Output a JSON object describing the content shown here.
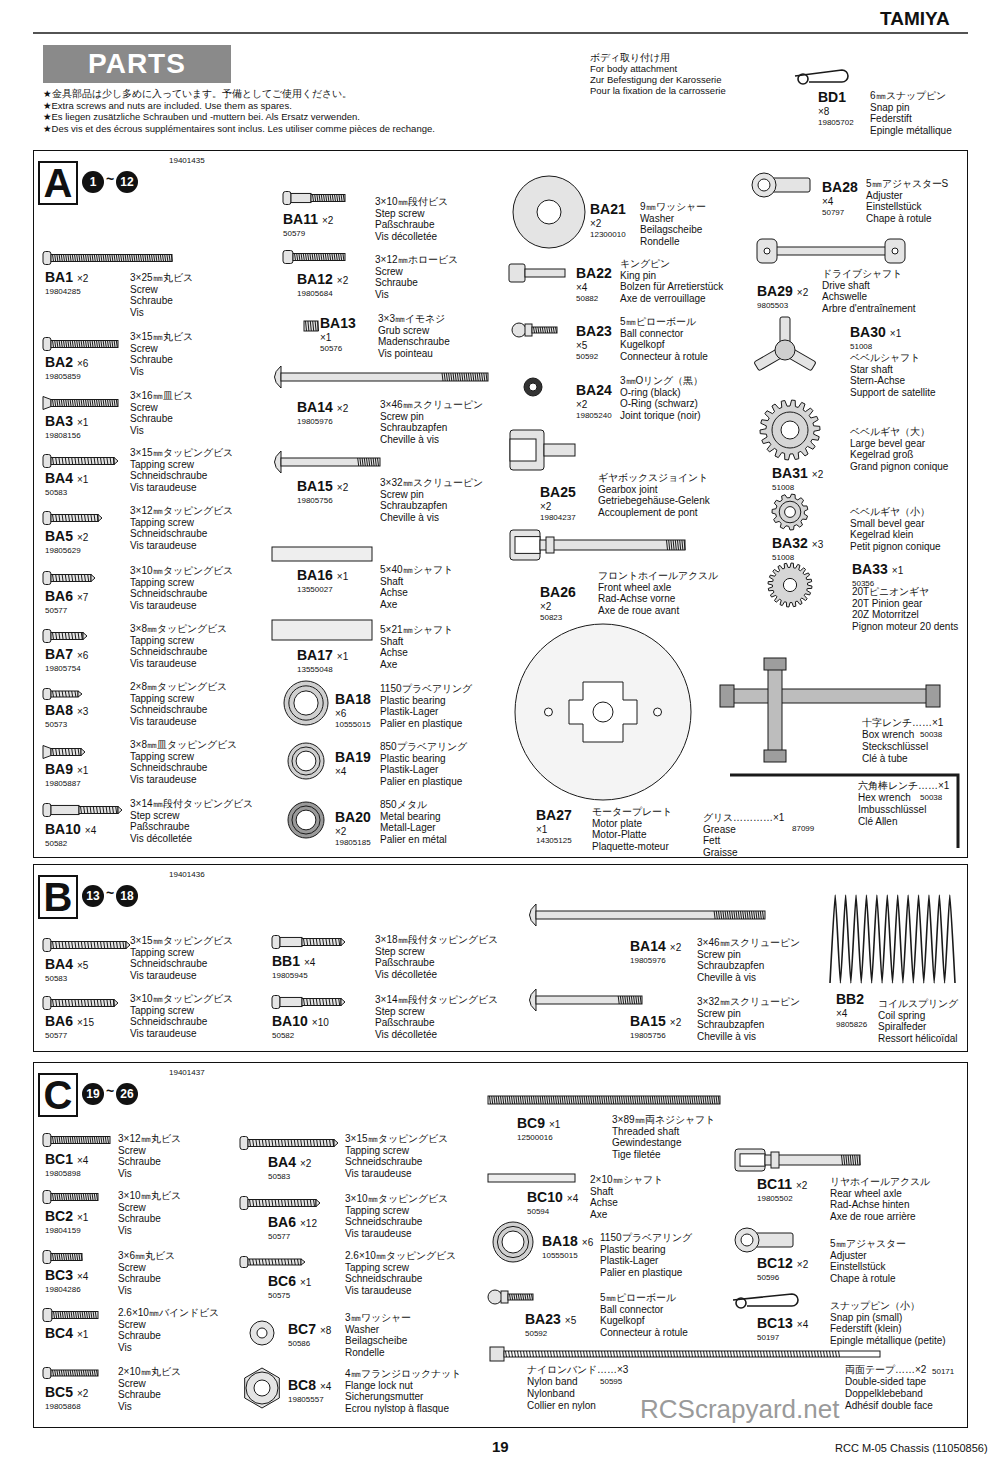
{
  "diagram": {
    "nodes": [
      {
        "text": [
          "PARTS"
        ]
      },
      {
        "text": [
          "19401435"
        ]
      },
      {
        "text": [
          "A"
        ],
        "in": 1
      },
      {
        "text": [
          "1"
        ],
        "in": 1
      },
      {
        "text": [
          "12"
        ],
        "in": 1
      },
      {
        "text": [
          "19401436"
        ]
      },
      {
        "text": [
          "B"
        ],
        "in": 5
      },
      {
        "text": [
          "13"
        ],
        "in": 5
      },
      {
        "text": [
          "18"
        ],
        "in": 5
      },
      {
        "text": [
          "19401437"
        ]
      },
      {
        "text": [
          "C"
        ],
        "in": 9
      },
      {
        "text": [
          "19"
        ],
        "in": 9
      },
      {
        "text": [
          "26"
        ],
        "in": 9
      }
    ],
    "labels": [
      "TAMIYA",
      "★金具部品は少し多めに入っています。予備としてご使用ください。",
      "★Extra screws and nuts are included. Use them as spares.",
      "★Es liegen zusätzliche Schrauben und -muttern bei. Als Ersatz verwenden.",
      "★Des vis et des écrous supplémentaires sont inclus. Les utiliser comme pièces de rechange.",
      "ボディ取り付け用",
      "For body attachment",
      "Zur Befestigung der Karosserie",
      "Pour la fixation de la carrosserie",
      "BD1",
      "×8",
      "19805702",
      "6㎜スナップピン",
      "Snap pin",
      "Federstift",
      "Epingle métallique",
      "~",
      "BA1",
      "×2",
      "19804285",
      "3×25㎜丸ビス",
      "Screw",
      "Schraube",
      "Vis",
      "BA2",
      "×6",
      "19805859",
      "3×15㎜丸ビス",
      "Screw",
      "Schraube",
      "Vis",
      "BA3",
      "×1",
      "19808156",
      "3×16㎜皿ビス",
      "Screw",
      "Schraube",
      "Vis",
      "BA4",
      "×1",
      "50583",
      "3×15㎜タッピングビス",
      "Tapping screw",
      "Schneidschraube",
      "Vis taraudeuse",
      "BA5",
      "×2",
      "19805629",
      "3×12㎜タッピングビス",
      "Tapping screw",
      "Schneidschraube",
      "Vis taraudeuse",
      "BA6",
      "×7",
      "50577",
      "3×10㎜タッピングビス",
      "Tapping screw",
      "Schneidschraube",
      "Vis taraudeuse",
      "BA7",
      "×6",
      "19805754",
      "3×8㎜タッピングビス",
      "Tapping screw",
      "Schneidschraube",
      "Vis taraudeuse",
      "BA8",
      "×3",
      "50573",
      "2×8㎜タッピングビス",
      "Tapping screw",
      "Schneidschraube",
      "Vis taraudeuse",
      "BA9",
      "×1",
      "19805887",
      "3×8㎜皿タッピングビス",
      "Tapping screw",
      "Schneidschraube",
      "Vis taraudeuse",
      "BA10",
      "×4",
      "50582",
      "3×14㎜段付タッピングビス",
      "Step screw",
      "Paßschraube",
      "Vis décolletée",
      "BA11",
      "×2",
      "50579",
      "3×10㎜段付ビス",
      "Step screw",
      "Paßschraube",
      "Vis décolletée",
      "BA12",
      "×2",
      "19805684",
      "3×12㎜ホロービス",
      "Screw",
      "Schraube",
      "Vis",
      "BA13",
      "×1",
      "50576",
      "3×3㎜イモネジ",
      "Grub screw",
      "Madenschraube",
      "Vis pointeau",
      "BA14",
      "×2",
      "19805976",
      "3×46㎜スクリューピン",
      "Screw pin",
      "Schraubzapfen",
      "Cheville à vis",
      "BA15",
      "×2",
      "19805756",
      "3×32㎜スクリューピン",
      "Screw pin",
      "Schraubzapfen",
      "Cheville à vis",
      "BA16",
      "×1",
      "13550027",
      "5×40㎜シャフト",
      "Shaft",
      "Achse",
      "Axe",
      "BA17",
      "×1",
      "13555048",
      "5×21㎜シャフト",
      "Shaft",
      "Achse",
      "Axe",
      "BA18",
      "×6",
      "10555015",
      "1150プラベアリング",
      "Plastic bearing",
      "Plastik-Lager",
      "Palier en plastique",
      "BA19",
      "×4",
      "850プラベアリング",
      "Plastic bearing",
      "Plastik-Lager",
      "Palier en plastique",
      "BA20",
      "×2",
      "19805185",
      "850メタル",
      "Metal bearing",
      "Metall-Lager",
      "Palier en métal",
      "BA21",
      "×2",
      "12300010",
      "9㎜ワッシャー",
      "Washer",
      "Beilagscheibe",
      "Rondelle",
      "BA22",
      "×4",
      "50882",
      "キングピン",
      "King pin",
      "Bolzen für Arretierstück",
      "Axe de verrouillage",
      "BA23",
      "×5",
      "50592",
      "5㎜ピローボール",
      "Ball connector",
      "Kugelkopf",
      "Connecteur à rotule",
      "BA24",
      "×2",
      "19805240",
      "3㎜Oリング（黒）",
      "O-ring (black)",
      "O-Ring (schwarz)",
      "Joint torique (noir)",
      "BA25",
      "×2",
      "19804237",
      "ギヤボックスジョイント",
      "Gearbox joint",
      "Getriebegehäuse-Gelenk",
      "Accouplement de pont",
      "BA26",
      "×2",
      "50823",
      "フロントホイールアクスル",
      "Front wheel axle",
      "Rad-Achse vorne",
      "Axe de roue avant",
      "BA27",
      "×1",
      "14305125",
      "モータープレート",
      "Motor plate",
      "Motor-Platte",
      "Plaquette-moteur",
      "グリス…………×1",
      "Grease",
      "Fett",
      "Graisse",
      "87099",
      "BA28",
      "×4",
      "50797",
      "5㎜アジャスターS",
      "Adjuster",
      "Einstellstück",
      "Chape à rotule",
      "BA29",
      "×2",
      "9805503",
      "ドライブシャフト",
      "Drive shaft",
      "Achswelle",
      "Arbre d'entraînement",
      "BA30",
      "×1",
      "51008",
      "ベベルシャフト",
      "Star shaft",
      "Stern-Achse",
      "Support de satellite",
      "BA31",
      "×2",
      "51008",
      "ベベルギヤ（大）",
      "Large bevel gear",
      "Kegelrad groß",
      "Grand pignon conique",
      "BA32",
      "×3",
      "51008",
      "ベベルギヤ（小）",
      "Small bevel gear",
      "Kegelrad klein",
      "Petit pignon conique",
      "BA33",
      "×1",
      "50356",
      "20Tピニオンギヤ",
      "20T Pinion gear",
      "20Z Motorritzel",
      "Pignon moteur 20 dents",
      "十字レンチ……×1",
      "Box wrench",
      "Steckschlüssel",
      "Clé à tube",
      "50038",
      "六角棒レンチ……×1",
      "Hex wrench",
      "Imbusschlüssel",
      "Clé Allen",
      "50038",
      "~",
      "BA4",
      "×5",
      "50583",
      "3×15㎜タッピングビス",
      "Tapping screw",
      "Schneidschraube",
      "Vis taraudeuse",
      "BA6",
      "×15",
      "50577",
      "3×10㎜タッピングビス",
      "Tapping screw",
      "Schneidschraube",
      "Vis taraudeuse",
      "BB1",
      "×4",
      "19805945",
      "3×18㎜段付タッピングビス",
      "Step screw",
      "Paßschraube",
      "Vis décolletée",
      "BA10",
      "×10",
      "50582",
      "3×14㎜段付タッピングビス",
      "Step screw",
      "Paßschraube",
      "Vis décolletée",
      "BA14",
      "×2",
      "19805976",
      "3×46㎜スクリューピン",
      "Screw pin",
      "Schraubzapfen",
      "Cheville à vis",
      "BA15",
      "×2",
      "19805756",
      "3×32㎜スクリューピン",
      "Screw pin",
      "Schraubzapfen",
      "Cheville à vis",
      "BB2",
      "×4",
      "9805826",
      "コイルスプリング",
      "Coil spring",
      "Spiralfeder",
      "Ressort hélicoïdal",
      "~",
      "BC1",
      "×4",
      "19805898",
      "3×12㎜丸ビス",
      "Screw",
      "Schraube",
      "Vis",
      "BC2",
      "×1",
      "19804159",
      "3×10㎜丸ビス",
      "Screw",
      "Schraube",
      "Vis",
      "BC3",
      "×4",
      "19804286",
      "3×6㎜丸ビス",
      "Screw",
      "Schraube",
      "Vis",
      "BC4",
      "×1",
      "2.6×10㎜バインドビス",
      "Screw",
      "Schraube",
      "Vis",
      "BC5",
      "×2",
      "19805868",
      "2×10㎜丸ビス",
      "Screw",
      "Schraube",
      "Vis",
      "BA4",
      "×2",
      "50583",
      "3×15㎜タッピングビス",
      "Tapping screw",
      "Schneidschraube",
      "Vis taraudeuse",
      "BA6",
      "×12",
      "50577",
      "3×10㎜タッピングビス",
      "Tapping screw",
      "Schneidschraube",
      "Vis taraudeuse",
      "BC6",
      "×1",
      "50575",
      "2.6×10㎜タッピングビス",
      "Tapping screw",
      "Schneidschraube",
      "Vis taraudeuse",
      "BC7",
      "×8",
      "50586",
      "3㎜ワッシャー",
      "Washer",
      "Beilagscheibe",
      "Rondelle",
      "BC8",
      "×4",
      "19805557",
      "4㎜フランジロックナット",
      "Flange lock nut",
      "Sicherungsmutter",
      "Ecrou nylstop à flasque",
      "BC9",
      "×1",
      "12500016",
      "3×89㎜両ネジシャフト",
      "Threaded shaft",
      "Gewindestange",
      "Tige filetée",
      "BC10",
      "×4",
      "50594",
      "2×10㎜シャフト",
      "Shaft",
      "Achse",
      "Axe",
      "BA18",
      "×6",
      "10555015",
      "1150プラベアリング",
      "Plastic bearing",
      "Plastik-Lager",
      "Palier en plastique",
      "BA23",
      "×5",
      "50592",
      "5㎜ピローボール",
      "Ball connector",
      "Kugelkopf",
      "Connecteur à rotule",
      "BC11",
      "×2",
      "19805502",
      "リヤホイールアクスル",
      "Rear wheel axle",
      "Rad-Achse hinten",
      "Axe de roue arrière",
      "BC12",
      "×2",
      "50596",
      "5㎜アジャスター",
      "Adjuster",
      "Einstellstück",
      "Chape à rotule",
      "BC13",
      "×4",
      "50197",
      "スナップピン（小）",
      "Snap pin (small)",
      "Federstift (klein)",
      "Epingle métallique (petite)",
      "ナイロンバンド……×3",
      "Nylon band",
      "Nylonband",
      "Collier en nylon",
      "50595",
      "両面テープ……×2",
      "Double-sided tape",
      "Doppelklebeband",
      "Adhésif double face",
      "50171",
      "19",
      "RCC M-05 Chassis (11050856)",
      "RCScrapyard.net"
    ]
  }
}
